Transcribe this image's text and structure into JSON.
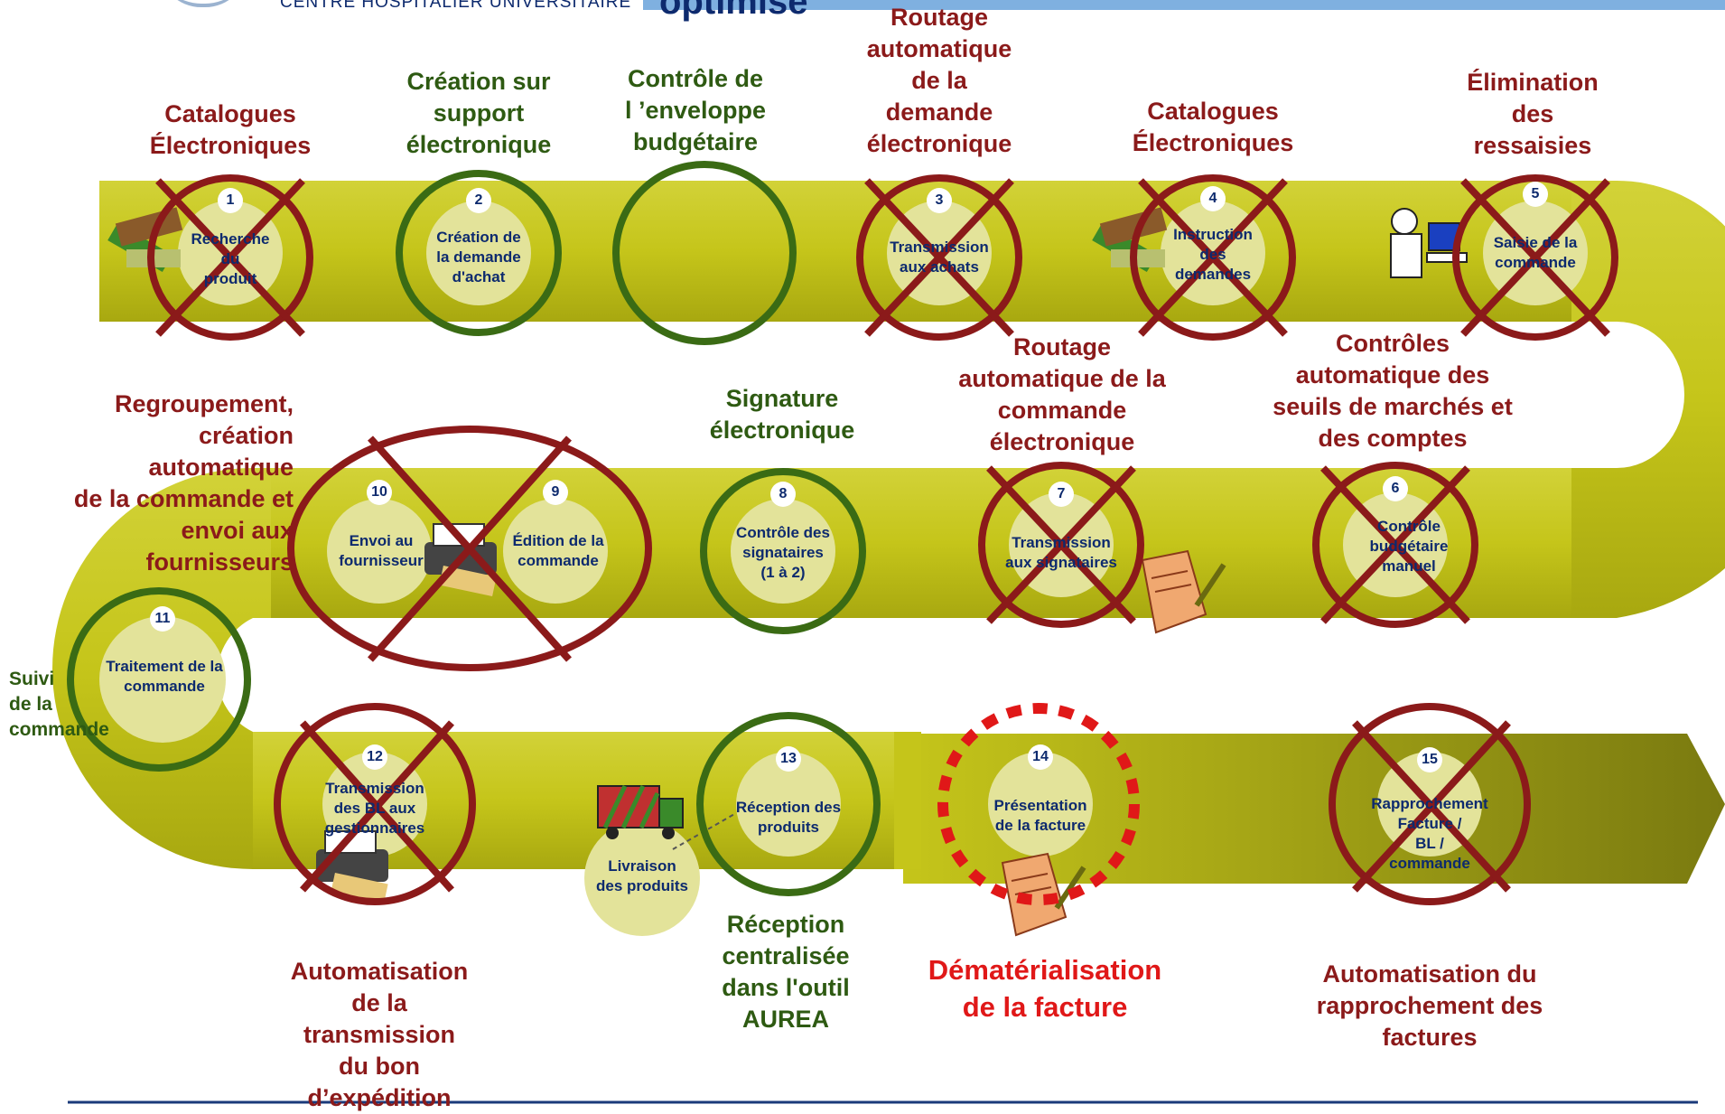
{
  "header": {
    "org": "CENTRE HOSPITALIER UNIVERSITAIRE",
    "title_partial": "optimisé"
  },
  "steps": [
    {
      "n": "1",
      "label": "Recherche\ndu\nproduit",
      "annotation": "Catalogues\nÉlectroniques",
      "status": "crossed"
    },
    {
      "n": "2",
      "label": "Création de\nla demande\nd'achat",
      "annotation": "Création sur\nsupport\nélectronique",
      "status": "kept"
    },
    {
      "n": "",
      "label": "",
      "annotation": "Contrôle de\nl ’enveloppe\nbudgétaire",
      "status": "kept"
    },
    {
      "n": "3",
      "label": "Transmission\naux achats",
      "annotation": "Routage\nautomatique\nde la\ndemande\nélectronique",
      "status": "crossed"
    },
    {
      "n": "4",
      "label": "Instruction\ndes\ndemandes",
      "annotation": "Catalogues\nÉlectroniques",
      "status": "crossed"
    },
    {
      "n": "5",
      "label": "Saisie de la\ncommande",
      "annotation": "Élimination\ndes\nressaisies",
      "status": "crossed"
    },
    {
      "n": "6",
      "label": "Contrôle\nbudgétaire\nmanuel",
      "annotation": "Contrôles\nautomatique des\nseuils de marchés et\ndes comptes",
      "status": "crossed"
    },
    {
      "n": "7",
      "label": "Transmission\naux signataires",
      "annotation": "Routage\nautomatique de la\ncommande\nélectronique",
      "status": "crossed"
    },
    {
      "n": "8",
      "label": "Contrôle des\nsignataires\n(1 à 2)",
      "annotation": "Signature\nélectronique",
      "status": "kept"
    },
    {
      "n": "9",
      "label": "Édition de la\ncommande",
      "annotation": "",
      "status": "crossed"
    },
    {
      "n": "10",
      "label": "Envoi au\nfournisseur",
      "annotation": "Regroupement,\ncréation\nautomatique\nde la commande et\nenvoi aux\nfournisseurs",
      "status": "crossed"
    },
    {
      "n": "11",
      "label": "Traitement de la\ncommande",
      "annotation": "Suivi\nde la\ncommande",
      "status": "kept"
    },
    {
      "n": "12",
      "label": "Transmission\ndes BL aux\ngestionnaires",
      "annotation": "Automatisation\nde la\ntransmission\ndu bon\nd’expédition",
      "status": "crossed"
    },
    {
      "n": "13",
      "label": "Réception des\nproduits",
      "annotation": "Réception\ncentralisée\ndans l'outil\nAUREA",
      "status": "kept"
    },
    {
      "n": "14",
      "label": "Présentation\nde la facture",
      "annotation": "Dématérialisation\nde la facture",
      "status": "dematerialized"
    },
    {
      "n": "15",
      "label": "Rapprochement\nFacture /\nBL /\ncommande",
      "annotation": "Automatisation du\nrapprochement des\nfactures",
      "status": "crossed"
    }
  ],
  "extra": {
    "delivery_label": "Livraison\ndes produits"
  },
  "colors": {
    "band": "#c5c51a",
    "band_dark": "#7a7a10",
    "node": "#e3e39a",
    "node_text": "#0d2a6e",
    "cross": "#8b1a1a",
    "kept": "#3a6b14",
    "dashed": "#e01818",
    "header_bar": "#7fb0e0"
  },
  "icons": [
    "books-icon",
    "computer-user-icon",
    "printer-icon",
    "document-signature-icon",
    "delivery-truck-icon"
  ]
}
